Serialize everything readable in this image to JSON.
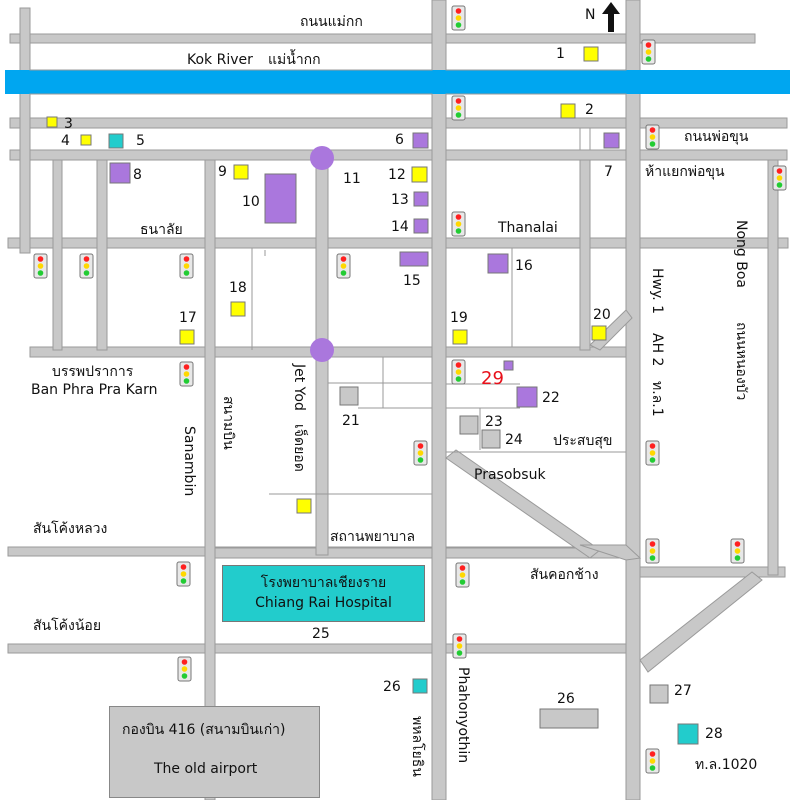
{
  "map": {
    "north_label": "N",
    "river_label_en": "Kok River",
    "river_label_th": "แม่น้ำกก",
    "streets": {
      "mae_kok": "ถนนแม่กก",
      "pho_khun": "ถนนพ่อขุน",
      "pho_khun_junction": "ห้าแยกพ่อขุน",
      "thanalai_th": "ธนาลัย",
      "thanalai_en": "Thanalai",
      "banphaprakan_th": "บรรพปราการ",
      "banphaprakan_en": "Ban Phra Pra Karn",
      "sanambin_en": "Sanambin",
      "sanambin_th": "สนามบิน",
      "jet_yod_en": "Jet Yod",
      "jet_yod_th": "เจ็ดยอด",
      "prasobsuk_th": "ประสบสุข",
      "prasobsuk_en": "Prasobsuk",
      "sanatan_payaban": "สถานพยาบาล",
      "san_khong_luang": "สันโค้งหลวง",
      "san_khong_noi": "สันโค้งน้อย",
      "san_khok_chang": "สันคอกช้าง",
      "hwy1_en": "Hwy. 1",
      "ah2": "AH 2",
      "hwy1_th": "ท.ล.1",
      "nong_boa_en": "Nong Boa",
      "nong_boa_th": "ถนนหนองบัว",
      "phahonyothin_en": "Phahonyothin",
      "phahonyothin_th": "พหลโยธิน",
      "hwy1020": "ท.ล.1020"
    },
    "hospital": {
      "name_th": "โรงพยาบาลเชียงราย",
      "name_en": "Chiang Rai Hospital"
    },
    "airport": {
      "name_th": "กองบิน 416 (สนามบินเก่า)",
      "name_en": "The old airport"
    },
    "markers": [
      {
        "id": "1",
        "label": "1",
        "color": "#ffff00"
      },
      {
        "id": "2",
        "label": "2",
        "color": "#ffff00"
      },
      {
        "id": "3",
        "label": "3",
        "color": "#ffff00"
      },
      {
        "id": "4",
        "label": "4",
        "color": "#ffff00"
      },
      {
        "id": "5",
        "label": "5",
        "color": "#22cccc"
      },
      {
        "id": "6",
        "label": "6",
        "color": "#aa77dd"
      },
      {
        "id": "7",
        "label": "7",
        "color": "#aa77dd"
      },
      {
        "id": "8",
        "label": "8",
        "color": "#aa77dd"
      },
      {
        "id": "9",
        "label": "9",
        "color": "#ffff00"
      },
      {
        "id": "10",
        "label": "10",
        "color": "#aa77dd"
      },
      {
        "id": "11",
        "label": "11",
        "color": "#aa77dd"
      },
      {
        "id": "12",
        "label": "12",
        "color": "#ffff00"
      },
      {
        "id": "13",
        "label": "13",
        "color": "#aa77dd"
      },
      {
        "id": "14",
        "label": "14",
        "color": "#aa77dd"
      },
      {
        "id": "15",
        "label": "15",
        "color": "#aa77dd"
      },
      {
        "id": "16",
        "label": "16",
        "color": "#aa77dd"
      },
      {
        "id": "17",
        "label": "17",
        "color": "#ffff00"
      },
      {
        "id": "18",
        "label": "18",
        "color": "#ffff00"
      },
      {
        "id": "19",
        "label": "19",
        "color": "#ffff00"
      },
      {
        "id": "20",
        "label": "20",
        "color": "#ffff00"
      },
      {
        "id": "21",
        "label": "21",
        "color": "#c8c8c8"
      },
      {
        "id": "22",
        "label": "22",
        "color": "#aa77dd"
      },
      {
        "id": "23",
        "label": "23",
        "color": "#c8c8c8"
      },
      {
        "id": "24",
        "label": "24",
        "color": "#c8c8c8"
      },
      {
        "id": "25",
        "label": "25",
        "color": "#22cccc"
      },
      {
        "id": "26a",
        "label": "26",
        "color": "#22cccc"
      },
      {
        "id": "26b",
        "label": "26",
        "color": "#c8c8c8"
      },
      {
        "id": "27",
        "label": "27",
        "color": "#c8c8c8"
      },
      {
        "id": "28",
        "label": "28",
        "color": "#22cccc"
      },
      {
        "id": "29",
        "label": "29",
        "color": "#aa77dd"
      },
      {
        "id": "jy",
        "label": "",
        "color": "#ffff00"
      }
    ],
    "colors": {
      "river": "#00a6f0",
      "road": "#c8c8c8",
      "road_edge": "#9a9a9a",
      "roundabout": "#aa77dd",
      "yellow": "#ffff00",
      "purple": "#aa77dd",
      "cyan": "#22cccc",
      "grey": "#c8c8c8",
      "highlight_29": "#e8101a"
    }
  }
}
